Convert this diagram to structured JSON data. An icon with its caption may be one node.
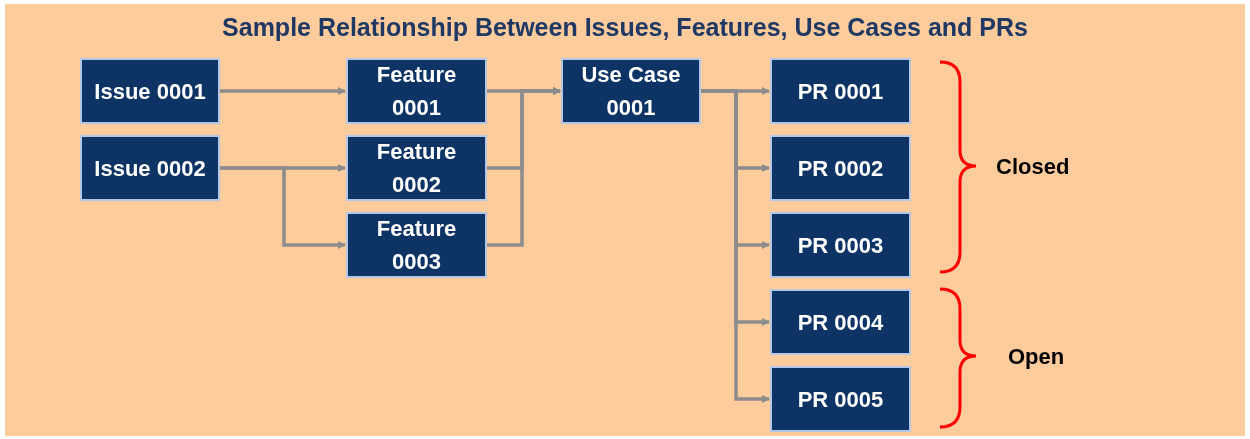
{
  "diagram": {
    "title": "Sample Relationship Between Issues, Features, Use Cases and PRs",
    "nodes": [
      {
        "text": [
          "Issue 0001"
        ]
      },
      {
        "text": [
          "Issue 0002"
        ]
      },
      {
        "text": [
          "Feature 0001"
        ]
      },
      {
        "text": [
          "Feature 0002"
        ]
      },
      {
        "text": [
          "Feature 0003"
        ]
      },
      {
        "text": [
          "Use Case 0001"
        ]
      },
      {
        "text": [
          "PR 0001"
        ]
      },
      {
        "text": [
          "PR 0002"
        ]
      },
      {
        "text": [
          "PR 0003"
        ]
      },
      {
        "text": [
          "PR 0004"
        ]
      },
      {
        "text": [
          "PR 0005"
        ]
      }
    ],
    "edges": [
      {
        "from": 0,
        "to": 2,
        "arrow": "to"
      },
      {
        "from": 1,
        "to": 3,
        "arrow": "to"
      },
      {
        "from": 1,
        "to": 4,
        "arrow": "to"
      },
      {
        "from": 2,
        "to": 5,
        "arrow": "to"
      },
      {
        "from": 3,
        "to": 5,
        "arrow": "to"
      },
      {
        "from": 4,
        "to": 5,
        "arrow": "to"
      },
      {
        "from": 5,
        "to": 6,
        "arrow": "to"
      },
      {
        "from": 5,
        "to": 7,
        "arrow": "to"
      },
      {
        "from": 5,
        "to": 8,
        "arrow": "to"
      },
      {
        "from": 5,
        "to": 9,
        "arrow": "to"
      },
      {
        "from": 5,
        "to": 10,
        "arrow": "to"
      }
    ],
    "labels": [
      "Closed",
      "Open"
    ]
  }
}
